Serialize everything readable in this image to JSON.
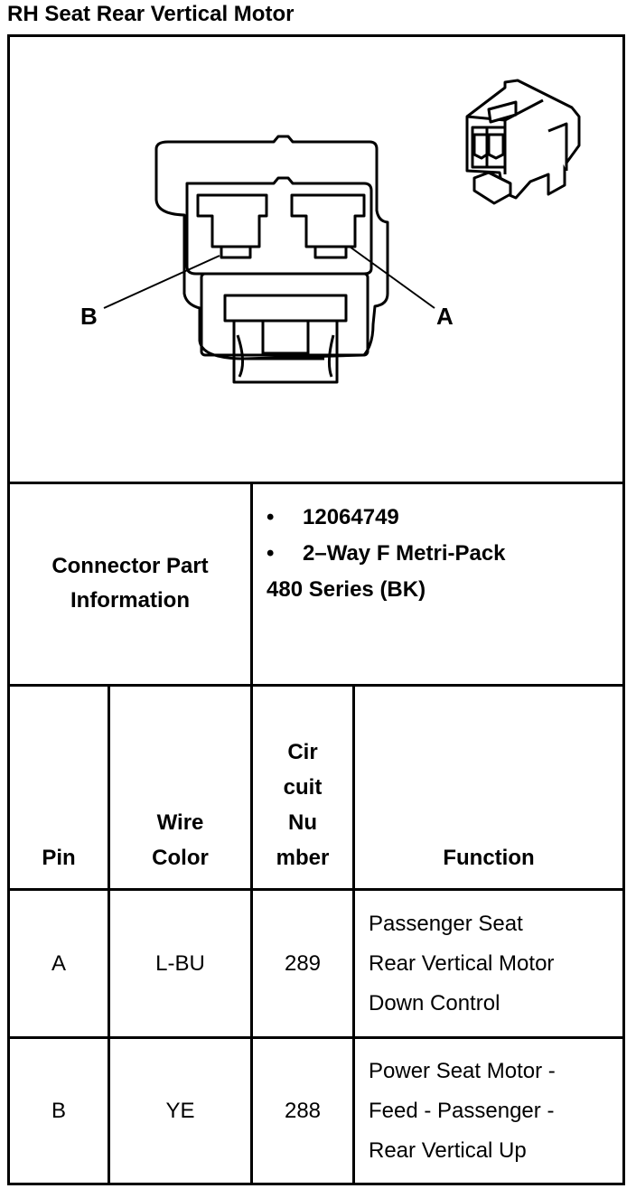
{
  "title": "RH Seat Rear Vertical Motor",
  "diagram": {
    "pin_labels": [
      "B",
      "A"
    ]
  },
  "connector": {
    "label_line1": "Connector Part",
    "label_line2": "Information",
    "part_number": "12064749",
    "description_line1": "2–Way F Metri-Pack",
    "description_line2": "480 Series (BK)"
  },
  "table": {
    "headers": {
      "pin": "Pin",
      "wire_color_1": "Wire",
      "wire_color_2": "Color",
      "circuit_1": "Cir",
      "circuit_2": "cuit",
      "circuit_3": "Nu",
      "circuit_4": "mber",
      "function": "Function"
    },
    "rows": [
      {
        "pin": "A",
        "wire_color": "L-BU",
        "circuit": "289",
        "function": [
          "Passenger Seat",
          "Rear Vertical Motor",
          "Down Control"
        ]
      },
      {
        "pin": "B",
        "wire_color": "YE",
        "circuit": "288",
        "function": [
          "Power Seat Motor -",
          "Feed - Passenger -",
          "Rear Vertical Up"
        ]
      }
    ]
  }
}
